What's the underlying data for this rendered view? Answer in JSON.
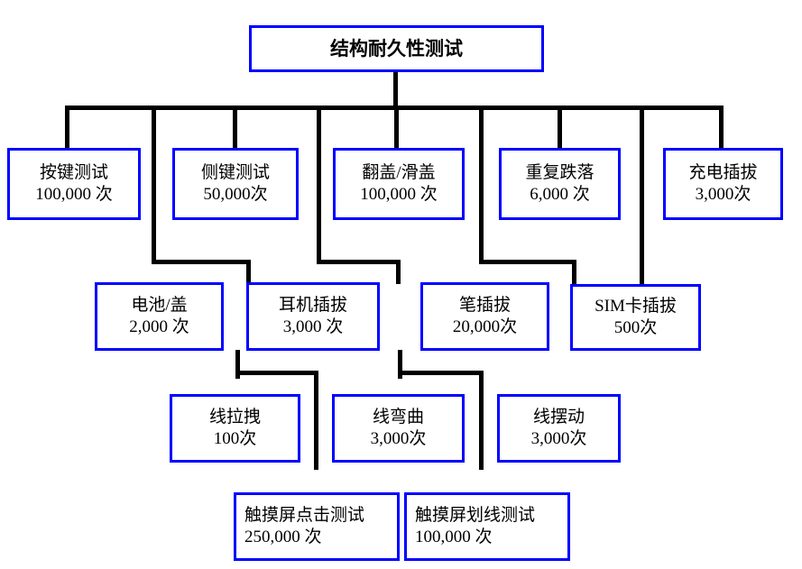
{
  "diagram": {
    "title": "结构耐久性测试",
    "type": "tree-hierarchy-flowchart",
    "box_border_color": "#0000ff",
    "connector_color": "#000000",
    "background_color": "#ffffff",
    "root": {
      "id": "root",
      "label": "结构耐久性测试"
    },
    "level1": [
      {
        "id": "key-test",
        "name": "按键测试",
        "count": "100,000 次"
      },
      {
        "id": "side-key-test",
        "name": "侧键测试",
        "count": "50,000次"
      },
      {
        "id": "flip-slide-test",
        "name": "翻盖/滑盖",
        "count": "100,000 次"
      },
      {
        "id": "repeat-drop",
        "name": "重复跌落",
        "count": "6,000 次"
      },
      {
        "id": "charge-plug",
        "name": "充电插拔",
        "count": "3,000次"
      }
    ],
    "level2": [
      {
        "id": "battery-cover",
        "name": "电池/盖",
        "count": "2,000 次"
      },
      {
        "id": "earphone-plug",
        "name": "耳机插拔",
        "count": "3,000 次"
      },
      {
        "id": "pen-plug",
        "name": "笔插拔",
        "count": "20,000次"
      },
      {
        "id": "sim-card-plug",
        "name": "SIM卡插拔",
        "count": "500次"
      }
    ],
    "level3": [
      {
        "id": "cable-pull",
        "name": "线拉拽",
        "count": "100次"
      },
      {
        "id": "cable-bend",
        "name": "线弯曲",
        "count": "3,000次"
      },
      {
        "id": "cable-swing",
        "name": "线摆动",
        "count": "3,000次"
      }
    ],
    "level4": [
      {
        "id": "touch-tap-test",
        "name": "触摸屏点击测试",
        "count": "250,000 次"
      },
      {
        "id": "touch-swipe-test",
        "name": "触摸屏划线测试",
        "count": "100,000 次"
      }
    ]
  }
}
